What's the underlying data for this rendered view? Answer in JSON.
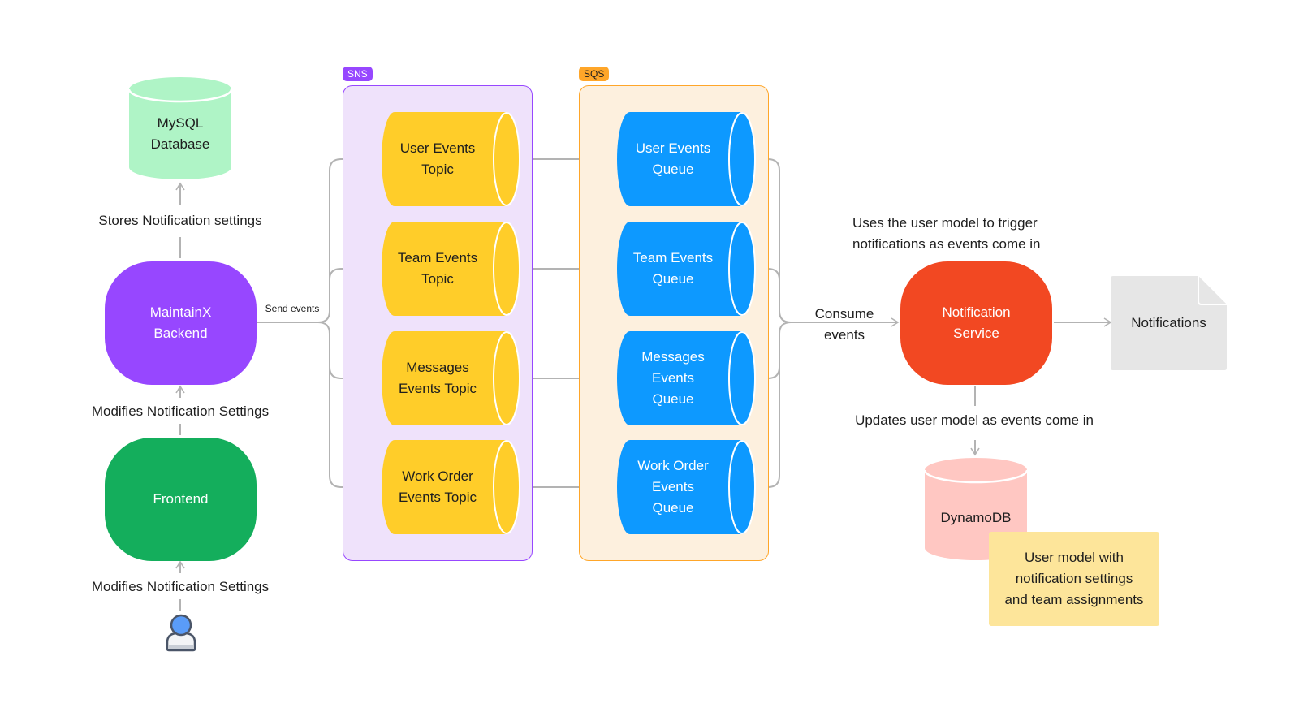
{
  "groups": {
    "sns": {
      "tag": "SNS",
      "fill": "#efe2fb",
      "border": "#9747ff"
    },
    "sqs": {
      "tag": "SQS",
      "fill": "#fdf0de",
      "border": "#ffa629"
    }
  },
  "nodes": {
    "mysql": {
      "label": "MySQL\nDatabase",
      "color": "#aff4c6"
    },
    "backend": {
      "label": "MaintainX\nBackend",
      "color": "#9747ff"
    },
    "frontend": {
      "label": "Frontend",
      "color": "#14ae5c"
    },
    "notification_service": {
      "label": "Notification\nService",
      "color": "#f24822"
    },
    "notifications_doc": {
      "label": "Notifications"
    },
    "dynamodb": {
      "label": "DynamoDB",
      "color": "#ffc7c2"
    },
    "sticky_note": {
      "label": "User model with\nnotification settings\nand team assignments"
    }
  },
  "topics": [
    {
      "label": "User Events\nTopic"
    },
    {
      "label": "Team Events\nTopic"
    },
    {
      "label": "Messages\nEvents Topic"
    },
    {
      "label": "Work Order\nEvents Topic"
    }
  ],
  "queues": [
    {
      "label": "User Events\nQueue"
    },
    {
      "label": "Team Events\nQueue"
    },
    {
      "label": "Messages\nEvents\nQueue"
    },
    {
      "label": "Work Order\nEvents\nQueue"
    }
  ],
  "topic_color": "#ffcd29",
  "queue_color": "#0d99ff",
  "edge_labels": {
    "stores": "Stores Notification settings",
    "modifies_backend": "Modifies Notification Settings",
    "modifies_frontend": "Modifies Notification Settings",
    "send_events": "Send events",
    "consume_events": "Consume\nevents",
    "uses_model": "Uses the user model to trigger\nnotifications as events come in",
    "updates_model": "Updates user model as events come in"
  }
}
